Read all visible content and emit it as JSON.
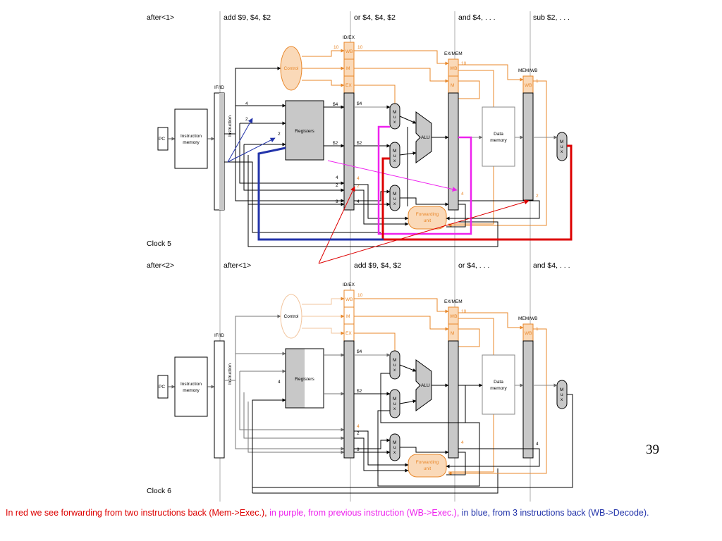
{
  "colors": {
    "red": "#dd0000",
    "purple": "#ee22ee",
    "blue": "#2233aa",
    "orange": "#e8872a",
    "control_fill": "#fad9b8",
    "register_fill": "#c8c8c8"
  },
  "top": {
    "stages": [
      "after<1>",
      "add $9, $4, $2",
      "or $4, $4, $2",
      "and $4, . . .",
      "sub $2, . . ."
    ],
    "clock": "Clock 5"
  },
  "bottom": {
    "stages": [
      "after<2>",
      "after<1>",
      "add $9, $4, $2",
      "or $4, . . .",
      "and $4, . . ."
    ],
    "clock": "Clock 6"
  },
  "labels": {
    "pc": "PC",
    "instruction_memory": [
      "Instruction",
      "memory"
    ],
    "instruction": "Instruction",
    "registers": "Registers",
    "control": "Control",
    "alu": "ALU",
    "data_memory": [
      "Data",
      "memory"
    ],
    "forwarding_unit": [
      "Forwarding",
      "unit"
    ],
    "mux": [
      "M",
      "u",
      "x"
    ],
    "if_id": "IF/ID",
    "id_ex": "ID/EX",
    "ex_mem": "EX/MEM",
    "mem_wb": "MEM/WB",
    "wb": "WB",
    "m": "M",
    "ex": "EX"
  },
  "top_values": {
    "ctrl_idex_wb": "10",
    "ctrl_idex_wb_out": "10",
    "ctrl_exmem": "10",
    "ctrl_memwb": "1",
    "rs_num": "4",
    "rt_num": "2",
    "wb_reg": "2",
    "reg4": "$4",
    "reg2": "$2",
    "reg4_out": "$4",
    "reg2_out": "$2",
    "idex_rs": "4",
    "idex_rt": "2",
    "idex_rd": "9",
    "idex_rs_o": "4",
    "idex_rt_o": "2",
    "idex_rd_o": "4",
    "exmem_rd": "4",
    "memwb_rd": "2"
  },
  "bottom_values": {
    "ctrl_idex": "10",
    "ctrl_exmem": "10",
    "ctrl_memwb": "1",
    "wb_reg": "4",
    "reg4_out": "$4",
    "reg2_out": "$2",
    "idex_rs_o": "4",
    "idex_rt": "2",
    "idex_rd": "9",
    "exmem_rd": "4",
    "memwb_rd": "4"
  },
  "page_number": "39",
  "caption": {
    "red": "In red we see forwarding from two instructions back (Mem->Exec.),",
    "purple": " in purple, from previous instruction (WB->Exec.),",
    "blue": " in blue, from 3 instructions back (WB->Decode)."
  }
}
